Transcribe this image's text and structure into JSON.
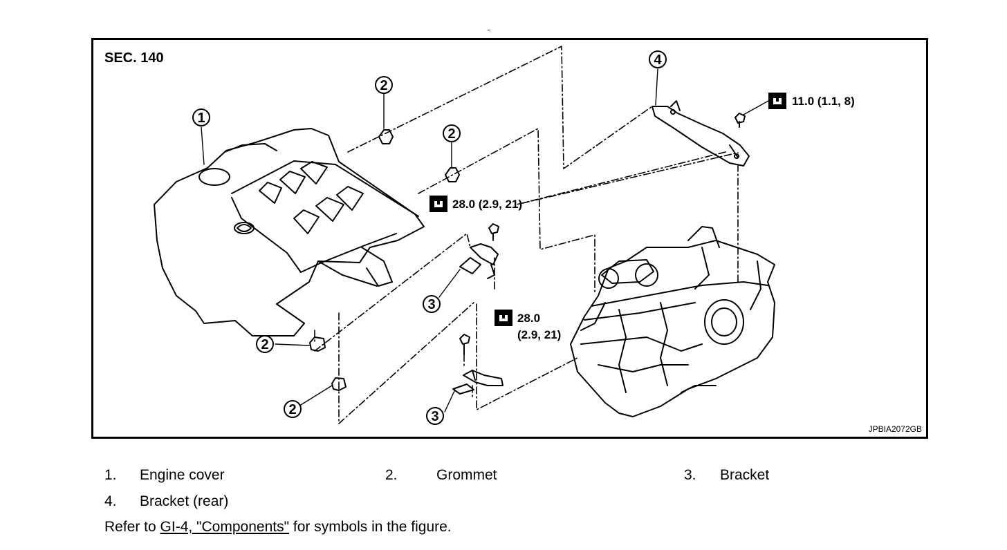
{
  "figure": {
    "section": "SEC. 140",
    "code": "JPBIA2072GB",
    "callouts": {
      "c1": "1",
      "c2a": "2",
      "c2b": "2",
      "c2c": "2",
      "c2d": "2",
      "c3a": "3",
      "c3b": "3",
      "c4": "4"
    },
    "torques": {
      "t_rear": "11.0 (1.1, 8)",
      "t_upper": "28.0 (2.9, 21)",
      "t_lower_1": "28.0",
      "t_lower_2": "(2.9, 21)"
    }
  },
  "legend": [
    {
      "num": "1.",
      "label": "Engine cover"
    },
    {
      "num": "2.",
      "label": "Grommet"
    },
    {
      "num": "3.",
      "label": "Bracket"
    },
    {
      "num": "4.",
      "label": "Bracket (rear)"
    }
  ],
  "reference": {
    "prefix": "Refer to ",
    "link": "GI-4, \"Components\"",
    "suffix": " for symbols in the figure."
  }
}
